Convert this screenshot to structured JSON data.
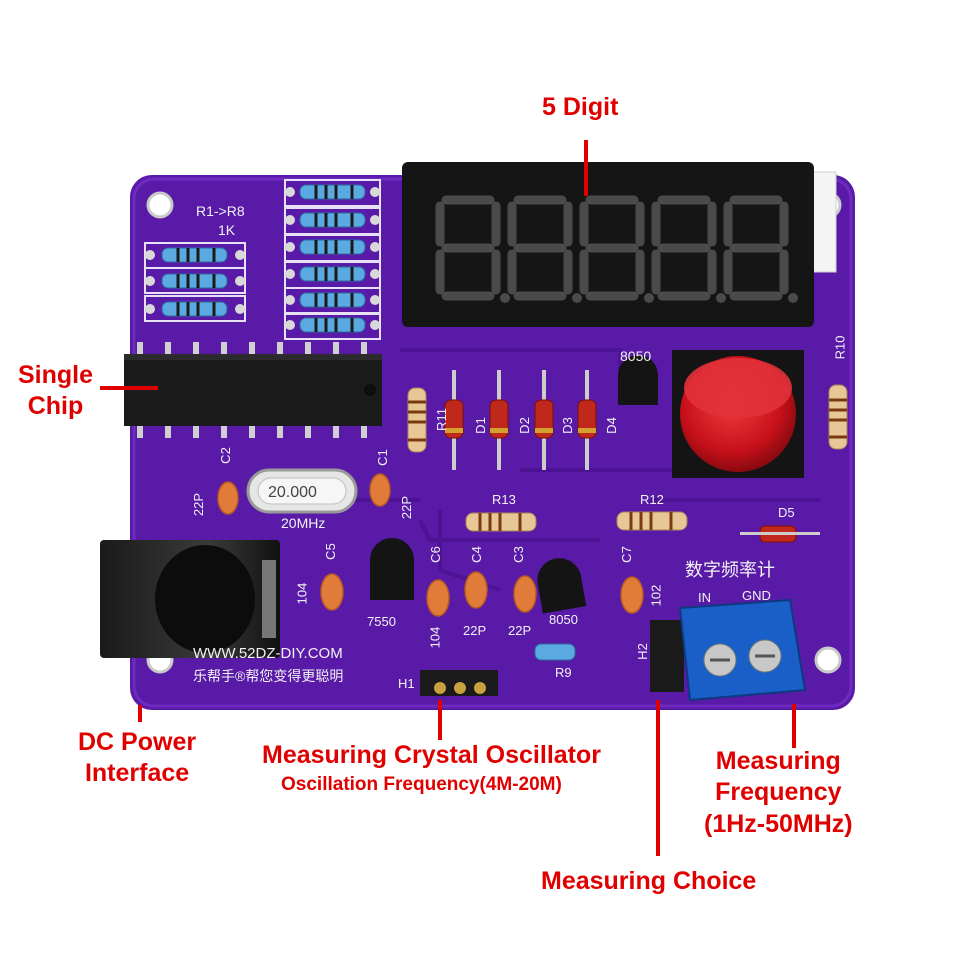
{
  "labels": {
    "five_digit": "5 Digit",
    "single_chip": "Single\nChip",
    "dc_power": "DC Power\nInterface",
    "crystal_title": "Measuring Crystal Oscillator",
    "crystal_sub": "Oscillation Frequency(4M-20M)",
    "measuring_frequency": "Measuring\nFrequency\n(1Hz-50MHz)",
    "measuring_choice": "Measuring Choice"
  },
  "board": {
    "resistor_group": "R1->R8",
    "resistor_value": "1K",
    "crystal_marking": "20.000",
    "crystal_freq": "20MHz",
    "c1": "C1",
    "c1_val": "22P",
    "c2": "C2",
    "c2_val": "22P",
    "c3": "C3",
    "c3_val": "22P",
    "c4": "C4",
    "c4_val": "22P",
    "c5": "C5",
    "c5_val": "104",
    "c6": "C6",
    "c6_val": "104",
    "c7": "C7",
    "c7_val": "102",
    "r9": "R9",
    "r10": "R10",
    "r11": "R11",
    "r12": "R12",
    "r13": "R13",
    "d1": "D1",
    "d2": "D2",
    "d3": "D3",
    "d4": "D4",
    "d5": "D5",
    "transistor_top": "8050",
    "transistor_mid": "8050",
    "regulator": "7550",
    "chinese_title": "数字频率计",
    "website": "WWW.52DZ-DIY.COM",
    "slogan": "乐帮手®帮您变得更聪明",
    "h1": "H1",
    "h2": "H2",
    "in": "IN",
    "gnd": "GND"
  },
  "colors": {
    "annotation": "#e00000",
    "pcb": "#5a1aa8",
    "button": "#d4141c",
    "terminal": "#1a5fc8"
  }
}
